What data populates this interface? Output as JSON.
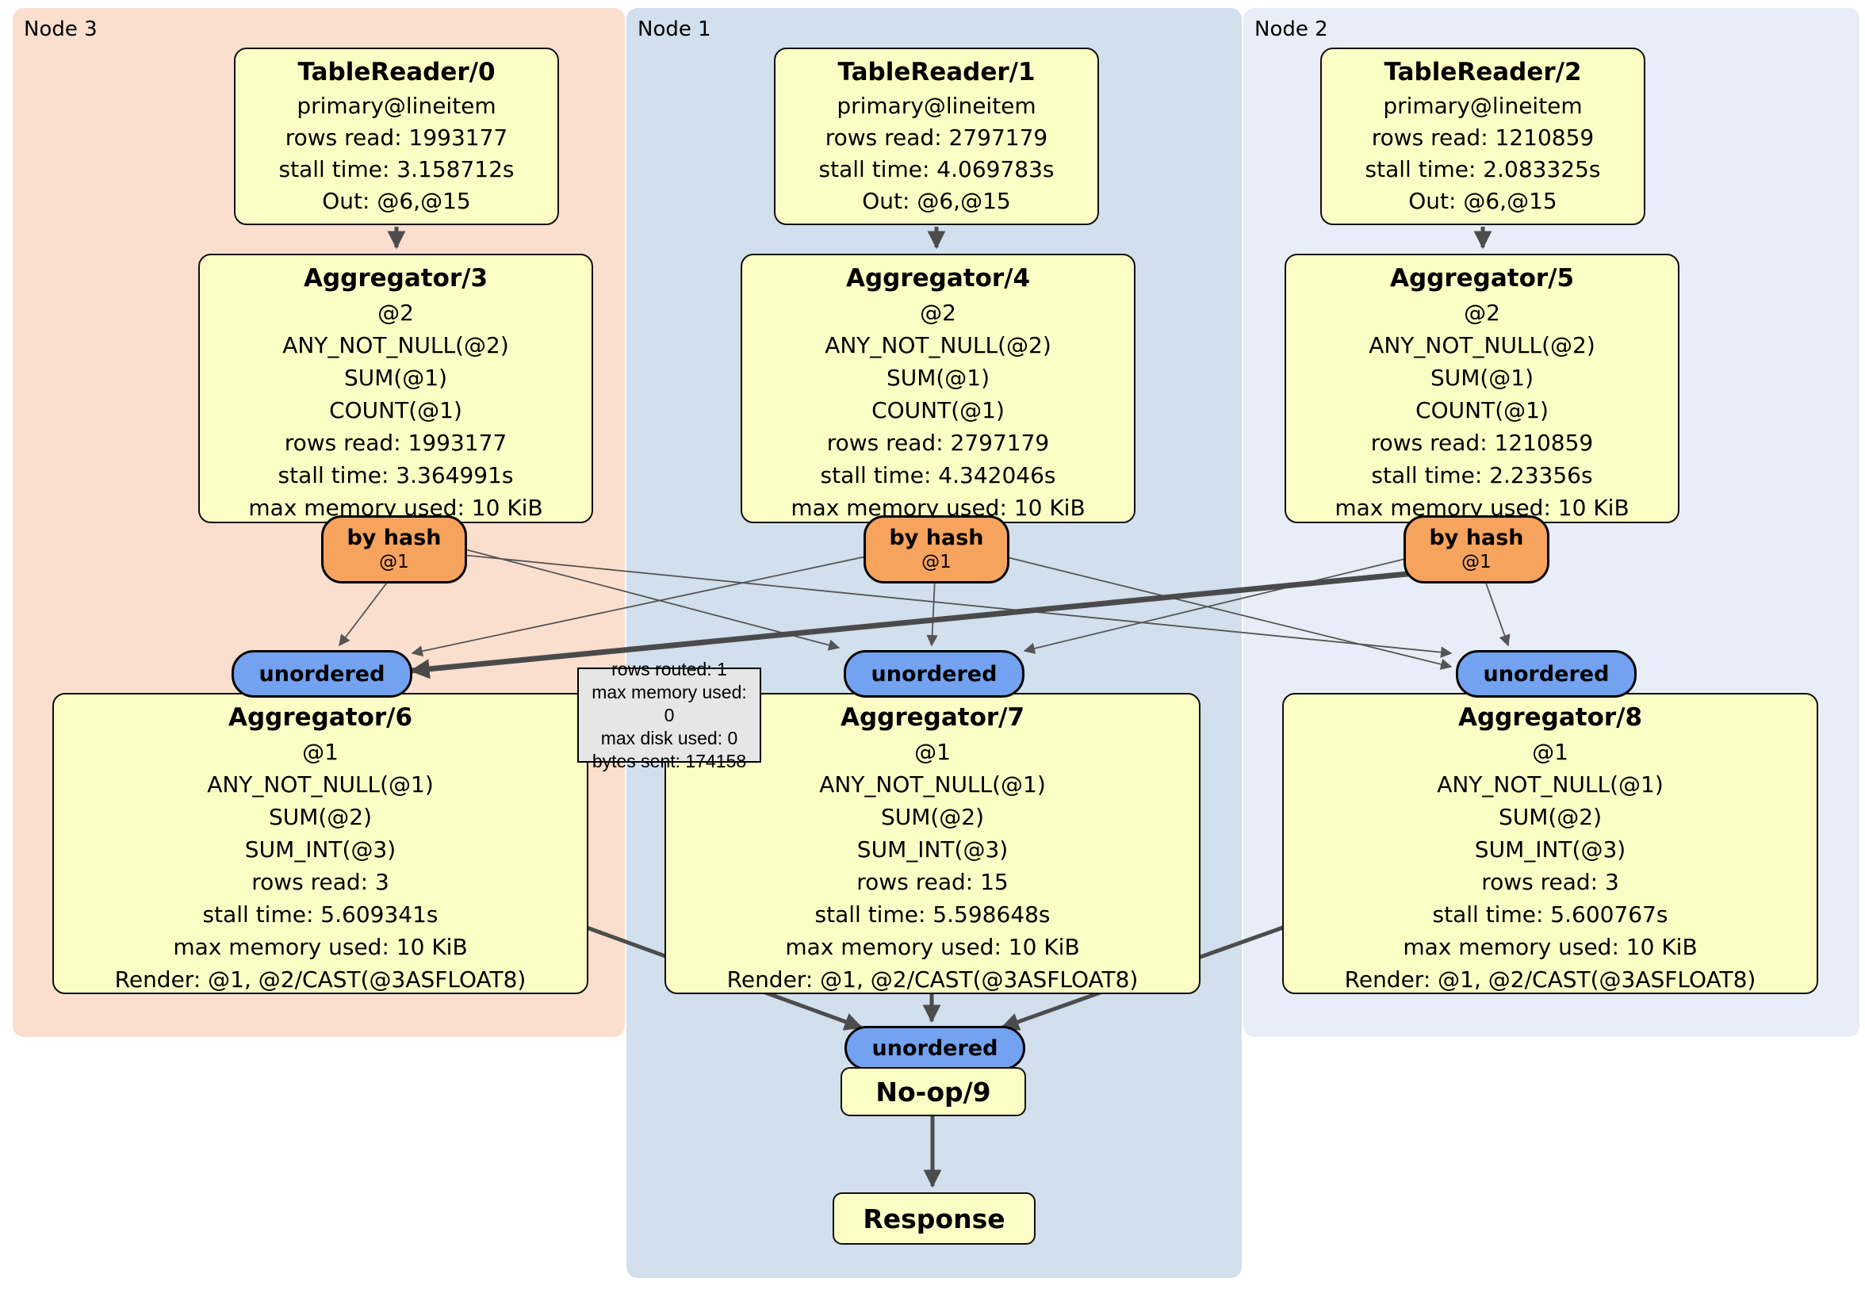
{
  "colors": {
    "panel_node3": "#FBDFCE",
    "panel_node1": "#D2DFEC",
    "panel_node2": "#E8EDF7",
    "box_fill": "#FCFCC5",
    "router_fill": "#F6A35E",
    "sync_fill": "#72A2F0",
    "edge": "#555555",
    "tooltip_fill": "#E6E6E6"
  },
  "panels": {
    "node3": {
      "label": "Node 3"
    },
    "node1": {
      "label": "Node 1"
    },
    "node2": {
      "label": "Node 2"
    }
  },
  "node3": {
    "table_reader": {
      "title": "TableReader/0",
      "lines": [
        "primary@lineitem",
        "rows read: 1993177",
        "stall time: 3.158712s",
        "Out: @6,@15"
      ]
    },
    "aggregator_top": {
      "title": "Aggregator/3",
      "lines": [
        "@2",
        "ANY_NOT_NULL(@2)",
        "SUM(@1)",
        "COUNT(@1)",
        "rows read: 1993177",
        "stall time: 3.364991s",
        "max memory used: 10 KiB"
      ]
    },
    "router": {
      "label": "by hash",
      "detail": "@1"
    },
    "sync_label": "unordered",
    "aggregator_final": {
      "title": "Aggregator/6",
      "lines": [
        "@1",
        "ANY_NOT_NULL(@1)",
        "SUM(@2)",
        "SUM_INT(@3)",
        "rows read: 3",
        "stall time: 5.609341s",
        "max memory used: 10 KiB",
        "Render: @1, @2/CAST(@3ASFLOAT8)"
      ]
    }
  },
  "node1": {
    "table_reader": {
      "title": "TableReader/1",
      "lines": [
        "primary@lineitem",
        "rows read: 2797179",
        "stall time: 4.069783s",
        "Out: @6,@15"
      ]
    },
    "aggregator_top": {
      "title": "Aggregator/4",
      "lines": [
        "@2",
        "ANY_NOT_NULL(@2)",
        "SUM(@1)",
        "COUNT(@1)",
        "rows read: 2797179",
        "stall time: 4.342046s",
        "max memory used: 10 KiB"
      ]
    },
    "router": {
      "label": "by hash",
      "detail": "@1"
    },
    "sync_label": "unordered",
    "aggregator_final": {
      "title": "Aggregator/7",
      "lines": [
        "@1",
        "ANY_NOT_NULL(@1)",
        "SUM(@2)",
        "SUM_INT(@3)",
        "rows read: 15",
        "stall time: 5.598648s",
        "max memory used: 10 KiB",
        "Render: @1, @2/CAST(@3ASFLOAT8)"
      ]
    }
  },
  "node2": {
    "table_reader": {
      "title": "TableReader/2",
      "lines": [
        "primary@lineitem",
        "rows read: 1210859",
        "stall time: 2.083325s",
        "Out: @6,@15"
      ]
    },
    "aggregator_top": {
      "title": "Aggregator/5",
      "lines": [
        "@2",
        "ANY_NOT_NULL(@2)",
        "SUM(@1)",
        "COUNT(@1)",
        "rows read: 1210859",
        "stall time: 2.23356s",
        "max memory used: 10 KiB"
      ]
    },
    "router": {
      "label": "by hash",
      "detail": "@1"
    },
    "sync_label": "unordered",
    "aggregator_final": {
      "title": "Aggregator/8",
      "lines": [
        "@1",
        "ANY_NOT_NULL(@1)",
        "SUM(@2)",
        "SUM_INT(@3)",
        "rows read: 3",
        "stall time: 5.600767s",
        "max memory used: 10 KiB",
        "Render: @1, @2/CAST(@3ASFLOAT8)"
      ]
    }
  },
  "bottom": {
    "sync_label": "unordered",
    "noop_title": "No-op/9",
    "response_title": "Response"
  },
  "edge_tooltip": {
    "lines": [
      "rows routed: 1",
      "max memory used: 0",
      "max disk used: 0",
      "bytes sent: 174158"
    ]
  }
}
